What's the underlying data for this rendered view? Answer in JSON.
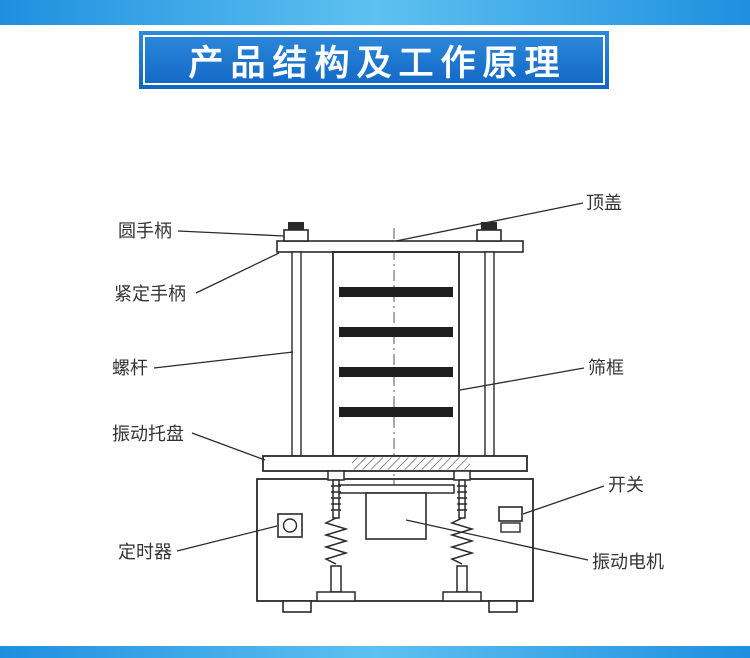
{
  "banner": {
    "title": "产品结构及工作原理",
    "bg_top": "#2e8adc",
    "bg_bottom": "#1166c4",
    "border_color": "#ffffff",
    "text_color": "#ffffff"
  },
  "strip": {
    "edge_color": "#1f8fdf",
    "center_color": "#5ec1f0"
  },
  "diagram": {
    "line_color": "#2a2a2a"
  },
  "labels": {
    "round_handle": "圆手柄",
    "tightening_handle": "紧定手柄",
    "screw_rod": "螺杆",
    "vibration_tray": "振动托盘",
    "timer": "定时器",
    "top_cover": "顶盖",
    "sieve_frame": "筛框",
    "switch": "开关",
    "vibration_motor": "振动电机"
  }
}
